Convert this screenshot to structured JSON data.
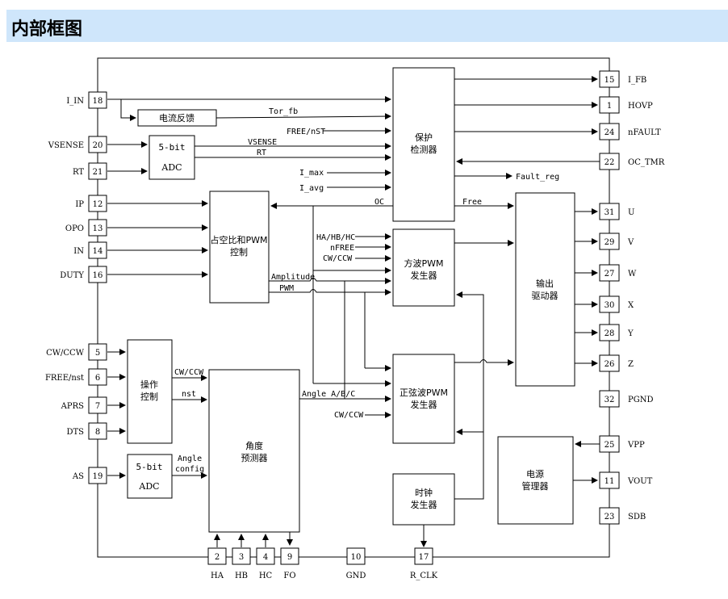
{
  "title": "内部框图",
  "blocks": {
    "current_fb": "电流反馈",
    "adc_top_1": "5-bit",
    "adc_top_2": "ADC",
    "duty_1": "占空比和PWM",
    "duty_2": "控制",
    "protect_1": "保护",
    "protect_2": "检测器",
    "square_1": "方波PWM",
    "square_2": "发生器",
    "output_1": "输出",
    "output_2": "驱动器",
    "operate_1": "操作",
    "operate_2": "控制",
    "angle_1": "角度",
    "angle_2": "预测器",
    "sine_1": "正弦波PWM",
    "sine_2": "发生器",
    "adc_bot_1": "5-bit",
    "adc_bot_2": "ADC",
    "clock_1": "时钟",
    "clock_2": "发生器",
    "power_1": "电源",
    "power_2": "管理器"
  },
  "left_pins": [
    {
      "num": "18",
      "name": "I_IN"
    },
    {
      "num": "20",
      "name": "VSENSE"
    },
    {
      "num": "21",
      "name": "RT"
    },
    {
      "num": "12",
      "name": "IP"
    },
    {
      "num": "13",
      "name": "OPO"
    },
    {
      "num": "14",
      "name": "IN"
    },
    {
      "num": "16",
      "name": "DUTY"
    },
    {
      "num": "5",
      "name": "CW/CCW"
    },
    {
      "num": "6",
      "name": "FREE/nst"
    },
    {
      "num": "7",
      "name": "APRS"
    },
    {
      "num": "8",
      "name": "DTS"
    },
    {
      "num": "19",
      "name": "AS"
    }
  ],
  "right_pins": [
    {
      "num": "15",
      "name": "I_FB"
    },
    {
      "num": "1",
      "name": "HOVP"
    },
    {
      "num": "24",
      "name": "nFAULT"
    },
    {
      "num": "22",
      "name": "OC_TMR"
    },
    {
      "num": "31",
      "name": "U"
    },
    {
      "num": "29",
      "name": "V"
    },
    {
      "num": "27",
      "name": "W"
    },
    {
      "num": "30",
      "name": "X"
    },
    {
      "num": "28",
      "name": "Y"
    },
    {
      "num": "26",
      "name": "Z"
    },
    {
      "num": "32",
      "name": "PGND"
    },
    {
      "num": "25",
      "name": "VPP"
    },
    {
      "num": "11",
      "name": "VOUT"
    },
    {
      "num": "23",
      "name": "SDB"
    }
  ],
  "bottom_pins": [
    {
      "num": "2",
      "name": "HA"
    },
    {
      "num": "3",
      "name": "HB"
    },
    {
      "num": "4",
      "name": "HC"
    },
    {
      "num": "9",
      "name": "FO"
    },
    {
      "num": "10",
      "name": "GND"
    },
    {
      "num": "17",
      "name": "R_CLK"
    }
  ],
  "signals": {
    "tor_fb": "Tor_fb",
    "free_nst": "FREE/nST",
    "vsense": "VSENSE",
    "rt": "RT",
    "i_max": "I_max",
    "i_avg": "I_avg",
    "oc": "OC",
    "free": "Free",
    "fault_reg": "Fault_reg",
    "hall": "HA/HB/HC",
    "nfree": "nFREE",
    "cwccw_sq": "CW/CCW",
    "amplitude": "Amplitude",
    "pwm": "PWM",
    "cwccw_op": "CW/CCW",
    "nst": "nst",
    "angle_abc": "Angle A/B/C",
    "cwccw_sine": "CW/CCW",
    "angle_cfg_1": "Angle",
    "angle_cfg_2": "config"
  }
}
